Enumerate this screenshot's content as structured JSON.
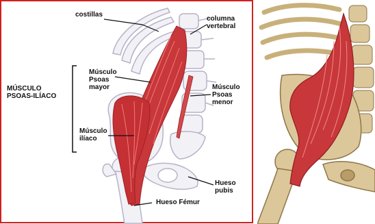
{
  "labels": {
    "costillas": "costillas",
    "columna": "columna\nvertebral",
    "group": "MÚSCULO\nPSOAS-ILÍACO",
    "psoas_mayor": "Músculo\nPsoas\nmayor",
    "psoas_menor": "Músculo\nPsoas\nmenor",
    "iliaco": "Músculo\nilíaco",
    "pubis": "Hueso\npubis",
    "femur": "Hueso Fémur"
  },
  "colors": {
    "frame": "#d02020",
    "muscle": "#c8373a",
    "muscle_dark": "#9e2226",
    "bone_line": "#b7b2c8",
    "bone_fill": "#f2f1f6",
    "skeleton": "#dcc79a",
    "skeleton_dark": "#8e7548"
  }
}
